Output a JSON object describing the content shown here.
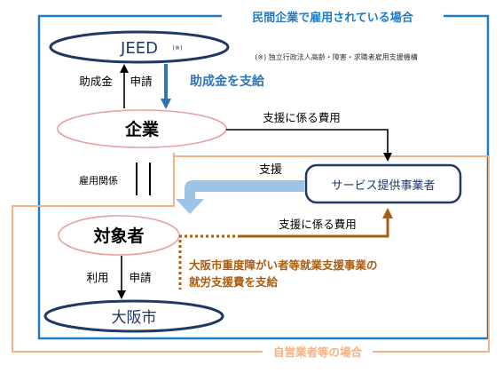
{
  "frames": {
    "employed_title": "民間企業で雇用されている場合",
    "self_employed_title": "自営業者等の場合"
  },
  "nodes": {
    "jeed": "JEED",
    "jeed_mark": "(※)",
    "jeed_note": "(※) 独立行政法人高齢・障害・求職者雇用支援機構",
    "company": "企業",
    "provider": "サービス提供事業者",
    "target": "対象者",
    "city": "大阪市"
  },
  "labels": {
    "jeed_left": "助成金",
    "jeed_right": "申請",
    "subsidy": "助成金を支給",
    "cost_top": "支援に係る費用",
    "employment": "雇用関係",
    "support": "支援",
    "cost_bottom": "支援に係る費用",
    "city_left": "利用",
    "city_right": "申請",
    "osaka_line1": "大阪市重度障がい者等就業支援事業の",
    "osaka_line2": "就労支援費を支給"
  },
  "colors": {
    "navy": "#1f3864",
    "blue_frame": "#1f7cc7",
    "orange_frame": "#f4b183",
    "pink_border": "#e8a0a0",
    "light_blue_arrow": "#9dc3e6",
    "brown": "#a95c12",
    "blue_arrow": "#2e75b6"
  }
}
